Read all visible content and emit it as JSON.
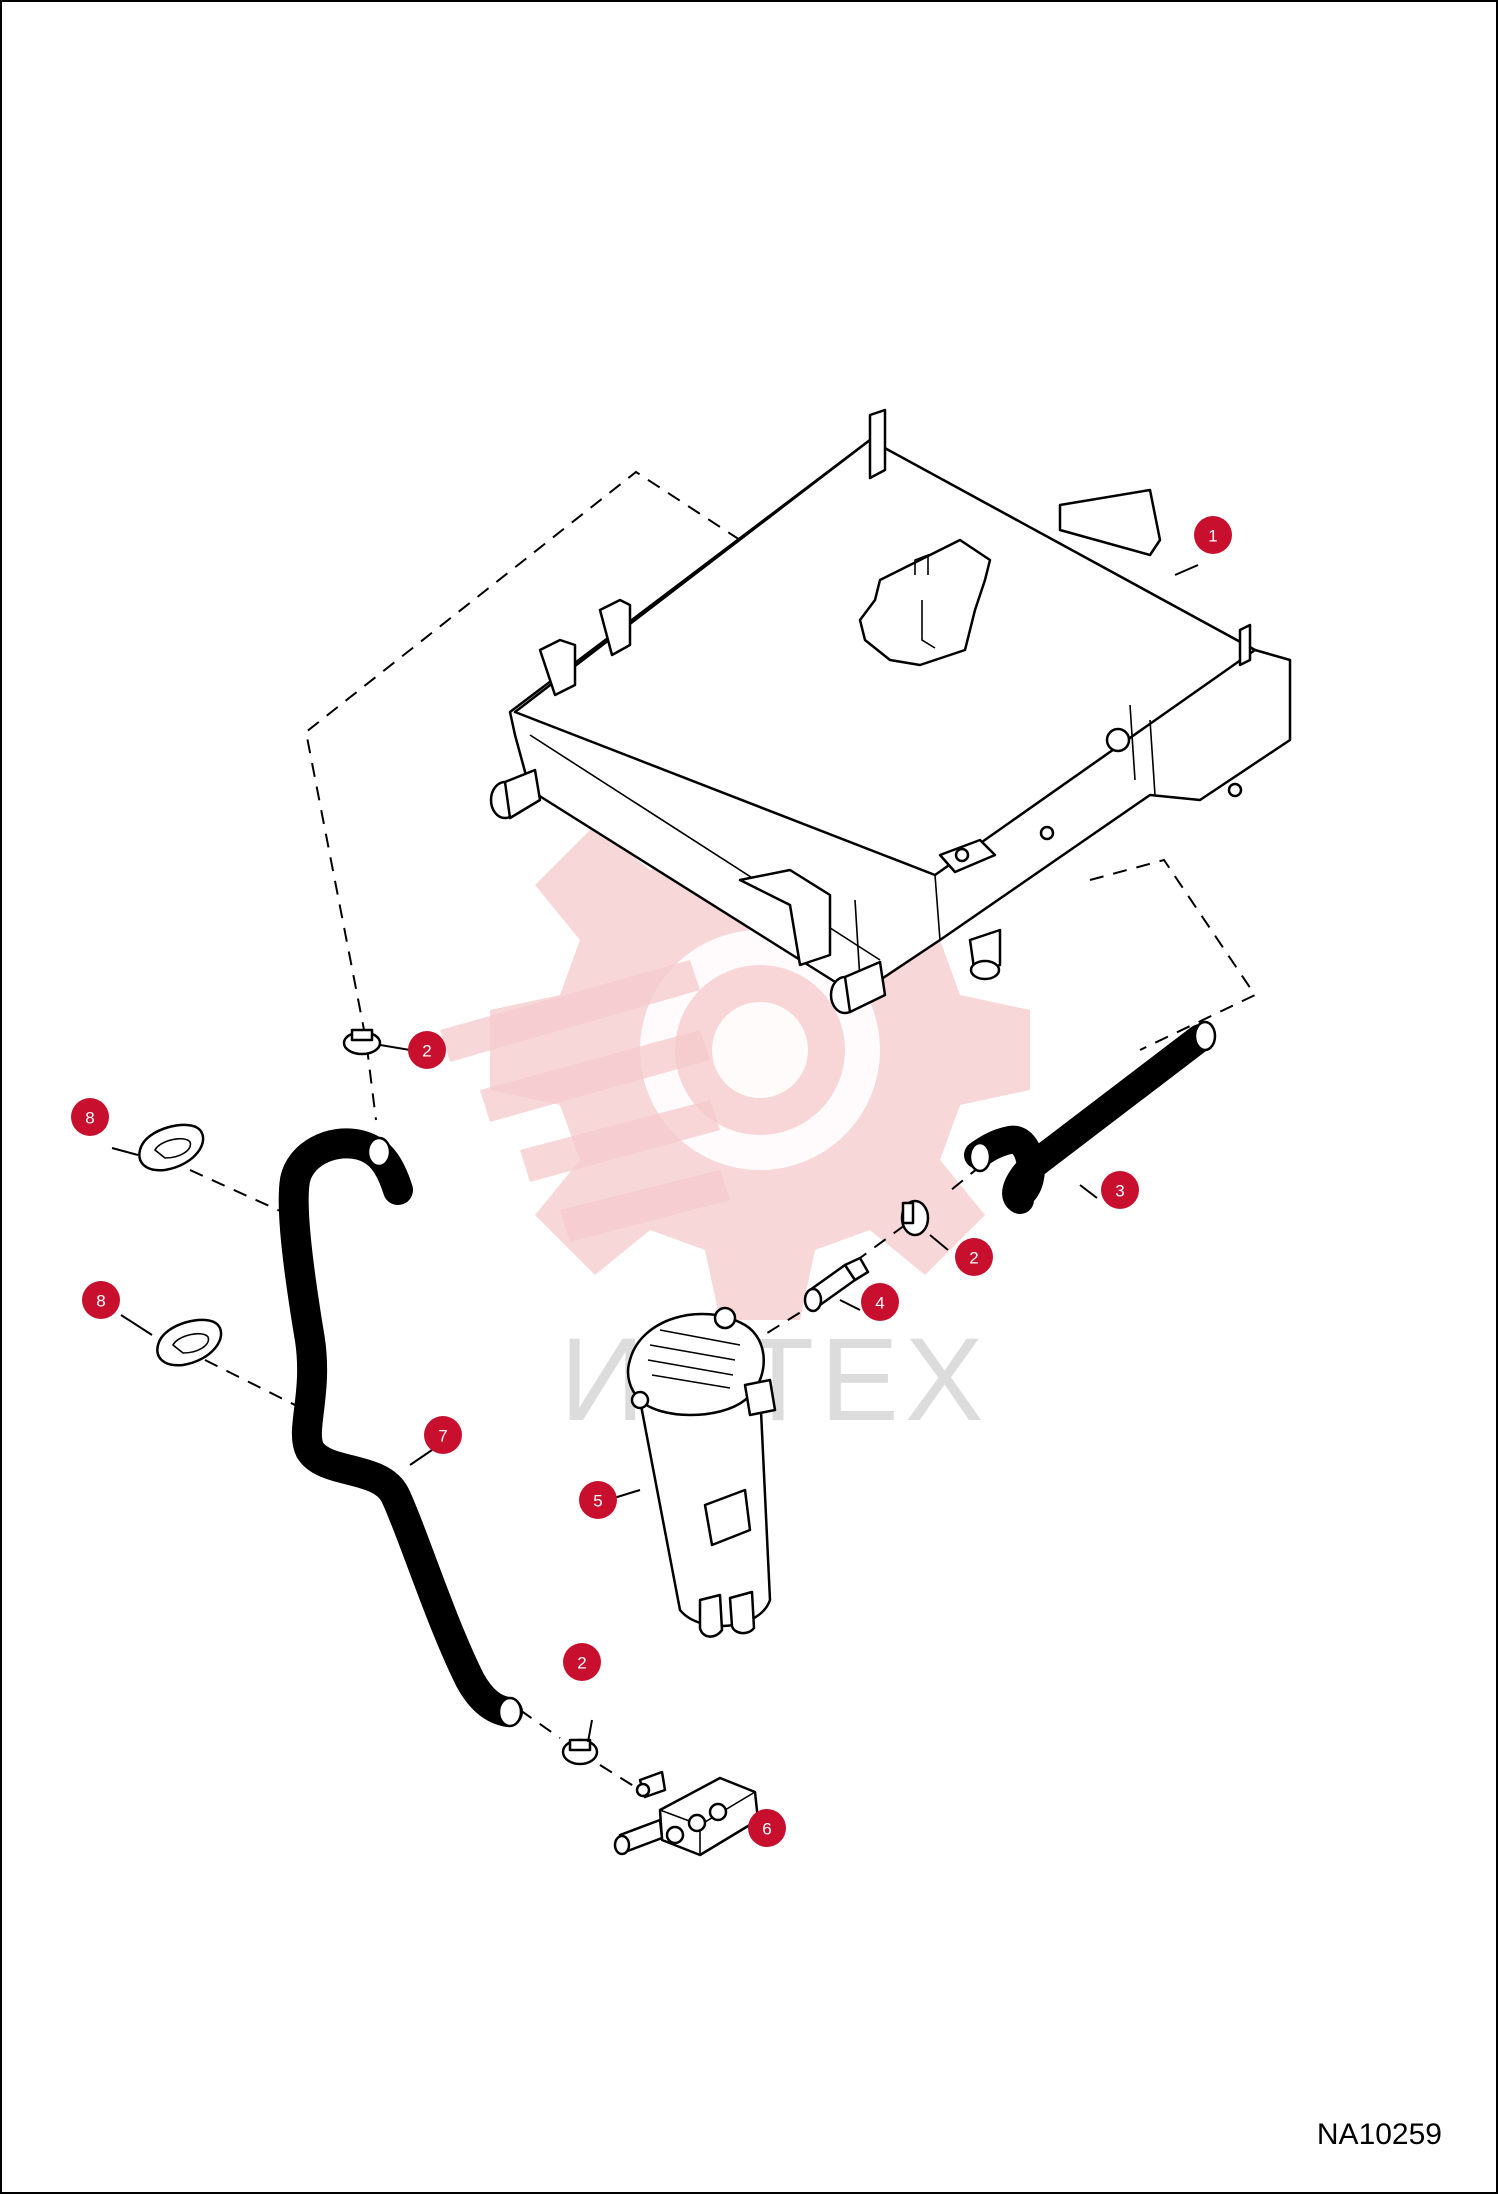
{
  "figure_code": "NA10259",
  "watermark_text": "ИNTEX",
  "callout_color": "#c8102e",
  "callouts": [
    {
      "id": "1",
      "label": "1"
    },
    {
      "id": "2a",
      "label": "2"
    },
    {
      "id": "2b",
      "label": "2"
    },
    {
      "id": "2c",
      "label": "2"
    },
    {
      "id": "3",
      "label": "3"
    },
    {
      "id": "4",
      "label": "4"
    },
    {
      "id": "5",
      "label": "5"
    },
    {
      "id": "6",
      "label": "6"
    },
    {
      "id": "7",
      "label": "7"
    },
    {
      "id": "8a",
      "label": "8"
    },
    {
      "id": "8b",
      "label": "8"
    }
  ]
}
